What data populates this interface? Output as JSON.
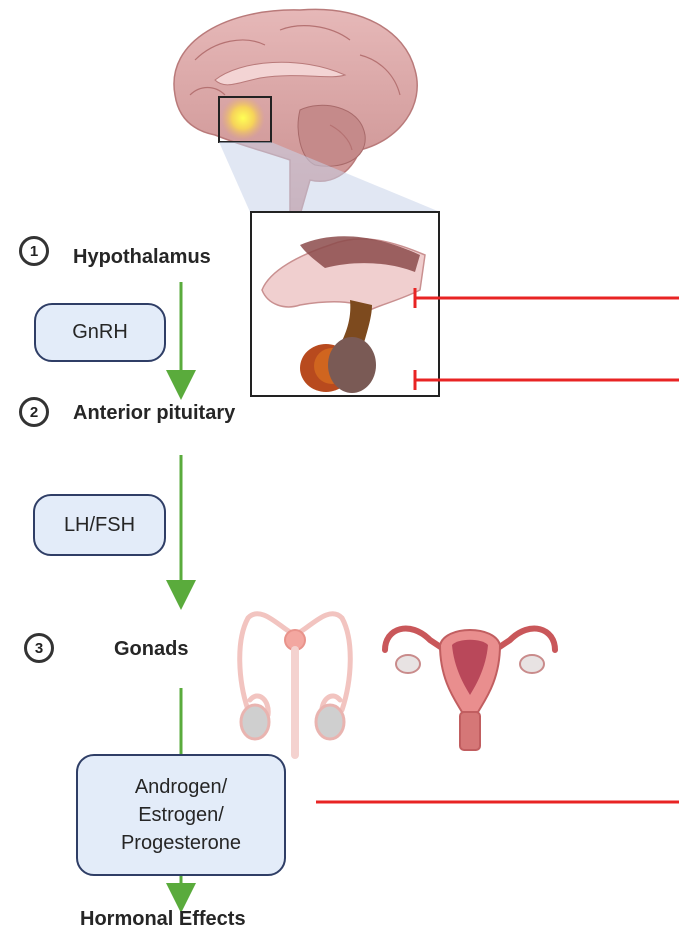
{
  "steps": [
    {
      "number": "1",
      "label": "Hypothalamus"
    },
    {
      "number": "2",
      "label": "Anterior pituitary"
    },
    {
      "number": "3",
      "label": "Gonads"
    }
  ],
  "hormones": {
    "gnrh": "GnRH",
    "lhfsh": "LH/FSH",
    "sex_steroids": [
      "Androgen/",
      "Estrogen/",
      "Progesterone"
    ]
  },
  "outcome": "Hormonal Effects",
  "colors": {
    "stimulation_arrow": "#5aab3c",
    "inhibition_line": "#e82424",
    "pill_fill": "#e3ecf9",
    "pill_border": "#2f3e66",
    "brain": "#d9a3a3"
  },
  "icons": [
    "brain-illustration",
    "pituitary-illustration",
    "male-reproductive-illustration",
    "female-reproductive-illustration"
  ]
}
